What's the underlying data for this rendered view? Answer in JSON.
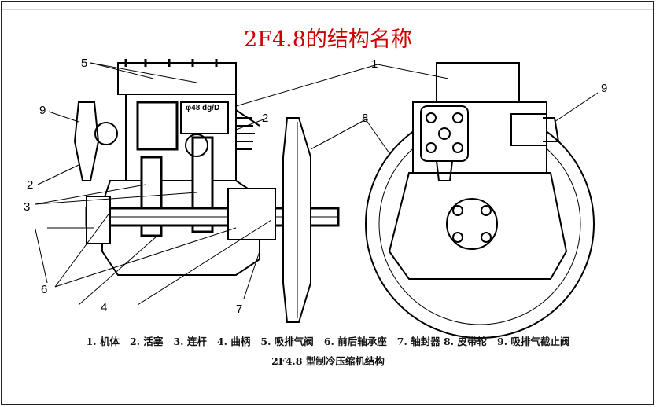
{
  "title": "2F4.8的结构名称",
  "legend": "1. 机体   2. 活塞   3. 连杆   4. 曲柄   5. 吸排气阀   6. 前后轴承座   7. 轴封器 8. 皮带轮   9. 吸排气截止阀",
  "caption": "2F4.8 型制冷压缩机结构",
  "diagram": {
    "callouts": [
      "5",
      "1",
      "9",
      "2",
      "8",
      "2",
      "3",
      "6",
      "4",
      "7",
      "9"
    ],
    "dimension_text": "φ48 dg/D"
  }
}
